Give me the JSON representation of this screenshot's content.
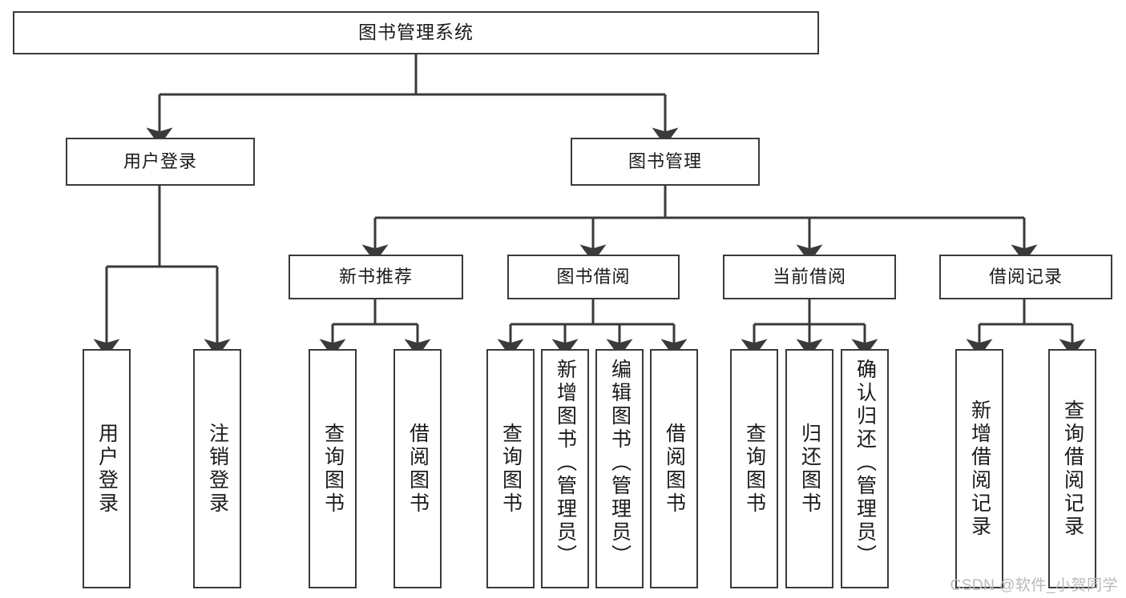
{
  "diagram": {
    "type": "tree",
    "title": "图书管理系统",
    "root": {
      "id": "root",
      "label": "图书管理系统"
    },
    "level2": [
      {
        "id": "user-login",
        "label": "用户登录"
      },
      {
        "id": "book-management",
        "label": "图书管理"
      }
    ],
    "level3": [
      {
        "id": "new-book-recommend",
        "label": "新书推荐",
        "parent": "book-management"
      },
      {
        "id": "book-borrow",
        "label": "图书借阅",
        "parent": "book-management"
      },
      {
        "id": "current-borrow",
        "label": "当前借阅",
        "parent": "book-management"
      },
      {
        "id": "borrow-record",
        "label": "借阅记录",
        "parent": "book-management"
      }
    ],
    "leaves": [
      {
        "id": "leaf-user-login",
        "label": "用户登录",
        "parent": "user-login"
      },
      {
        "id": "leaf-logout",
        "label": "注销登录",
        "parent": "user-login"
      },
      {
        "id": "leaf-query-book-1",
        "label": "查询图书",
        "parent": "new-book-recommend"
      },
      {
        "id": "leaf-borrow-book-1",
        "label": "借阅图书",
        "parent": "new-book-recommend"
      },
      {
        "id": "leaf-query-book-2",
        "label": "查询图书",
        "parent": "book-borrow"
      },
      {
        "id": "leaf-add-book",
        "label": "新增图书（管理员）",
        "parent": "book-borrow"
      },
      {
        "id": "leaf-edit-book",
        "label": "编辑图书（管理员）",
        "parent": "book-borrow"
      },
      {
        "id": "leaf-borrow-book-2",
        "label": "借阅图书",
        "parent": "book-borrow"
      },
      {
        "id": "leaf-query-book-3",
        "label": "查询图书",
        "parent": "current-borrow"
      },
      {
        "id": "leaf-return-book",
        "label": "归还图书",
        "parent": "current-borrow"
      },
      {
        "id": "leaf-confirm-return",
        "label": "确认归还（管理员）",
        "parent": "current-borrow"
      },
      {
        "id": "leaf-add-record",
        "label": "新增借阅记录",
        "parent": "borrow-record"
      },
      {
        "id": "leaf-query-record",
        "label": "查询借阅记录",
        "parent": "borrow-record"
      }
    ],
    "colors": {
      "box_border": "#3a3a3a",
      "box_fill": "#ffffff",
      "connector": "#3a3a3a",
      "text": "#1a1a1a",
      "watermark": "#b9b9b9"
    }
  },
  "watermark": {
    "text": "CSDN @软件_小贺同学"
  }
}
